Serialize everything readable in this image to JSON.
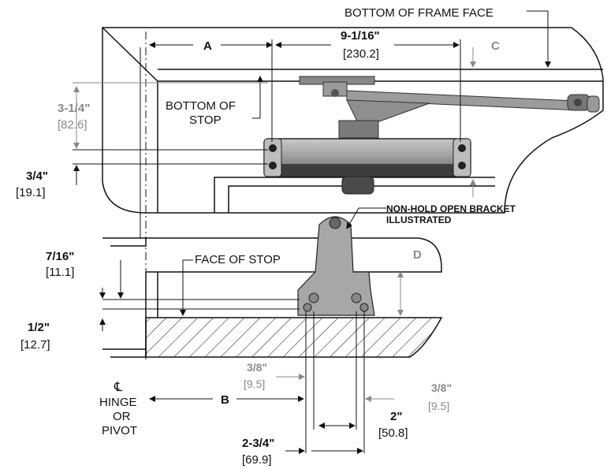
{
  "labels": {
    "bottom_frame_face": "BOTTOM OF FRAME FACE",
    "dim_a": "A",
    "dim_9_1_16": "9-1/16\"",
    "dim_230_2": "[230.2]",
    "dim_c": "C",
    "dim_3_1_4": "3-1/4\"",
    "dim_82_6": "[82.6]",
    "bottom_of_stop_1": "BOTTOM OF",
    "bottom_of_stop_2": "STOP",
    "dim_3_4": "3/4\"",
    "dim_19_1": "[19.1]",
    "bracket_1": "NON-HOLD OPEN BRACKET",
    "bracket_2": "ILLUSTRATED",
    "dim_7_16": "7/16\"",
    "dim_11_1": "[11.1]",
    "face_of_stop": "FACE OF STOP",
    "dim_d": "D",
    "dim_1_2": "1/2\"",
    "dim_12_7": "[12.7]",
    "dim_3_8_a": "3/8\"",
    "dim_9_5_a": "[9.5]",
    "dim_3_8_b": "3/8\"",
    "dim_9_5_b": "[9.5]",
    "centerline": "℄",
    "hinge_1": "HINGE",
    "hinge_2": "OR",
    "hinge_3": "PIVOT",
    "dim_b": "B",
    "dim_2": "2\"",
    "dim_50_8": "[50.8]",
    "dim_2_3_4": "2-3/4\"",
    "dim_69_9": "[69.9]"
  },
  "colors": {
    "line": "#111111",
    "gray_text": "#8a8a8a",
    "metal": "#a7a7a7",
    "metal_dark": "#4a4a4a"
  }
}
